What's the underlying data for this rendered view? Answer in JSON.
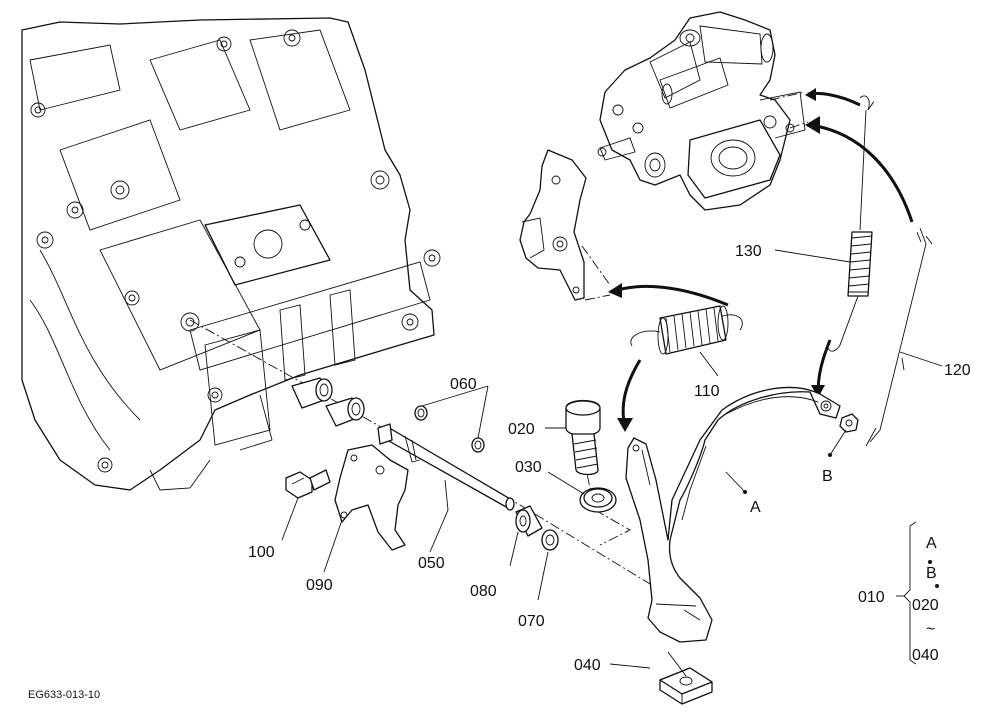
{
  "diagram": {
    "drawing_code": "EG633-013-10",
    "part_labels": {
      "p010": "010",
      "p020": "020",
      "p030": "030",
      "p040": "040",
      "p050": "050",
      "p060": "060",
      "p070": "070",
      "p080": "080",
      "p090": "090",
      "p100": "100",
      "p110": "110",
      "p120": "120",
      "p130": "130"
    },
    "point_labels": {
      "a": "A",
      "b": "B"
    },
    "assembly_group": {
      "a": "A",
      "b": "B",
      "from": "020",
      "tilde": "~",
      "to": "040"
    }
  }
}
